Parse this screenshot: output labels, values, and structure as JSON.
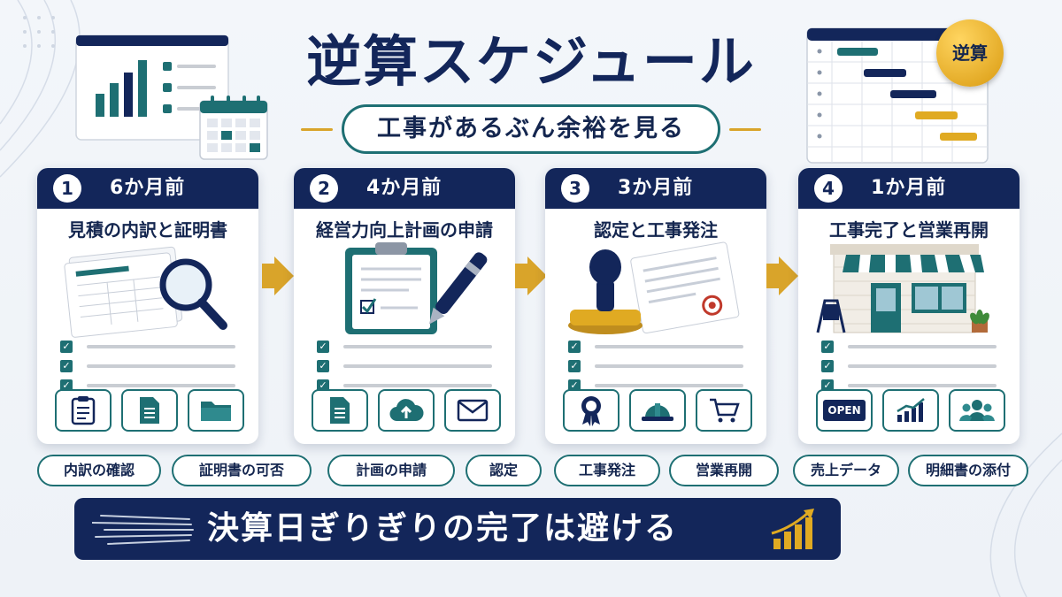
{
  "header": {
    "title": "逆算スケジュール",
    "subtitle": "工事があるぶん余裕を見る",
    "badge": "逆算"
  },
  "steps": [
    {
      "number": "1",
      "period": "6か月前",
      "title": "見積の内訳と証明書",
      "icons": [
        "clipboard-icon",
        "document-icon",
        "folder-icon"
      ]
    },
    {
      "number": "2",
      "period": "4か月前",
      "title": "経営力向上計画の申請",
      "icons": [
        "document-icon",
        "cloud-upload-icon",
        "mail-icon"
      ]
    },
    {
      "number": "3",
      "period": "3か月前",
      "title": "認定と工事発注",
      "icons": [
        "award-ribbon-icon",
        "hard-hat-icon",
        "cart-icon"
      ]
    },
    {
      "number": "4",
      "period": "1か月前",
      "title": "工事完了と営業再開",
      "icons": [
        "open-sign-icon",
        "growth-chart-icon",
        "people-icon"
      ]
    }
  ],
  "open_sign_text": "OPEN",
  "tags": [
    "内訳の確認",
    "証明書の可否",
    "計画の申請",
    "認定",
    "工事発注",
    "営業再開",
    "売上データ",
    "明細書の添付"
  ],
  "banner": {
    "text": "決算日ぎりぎりの完了は避ける"
  },
  "colors": {
    "navy": "#13265a",
    "teal": "#1e6f73",
    "gold": "#d9a42a",
    "background": "#eef2f7"
  }
}
